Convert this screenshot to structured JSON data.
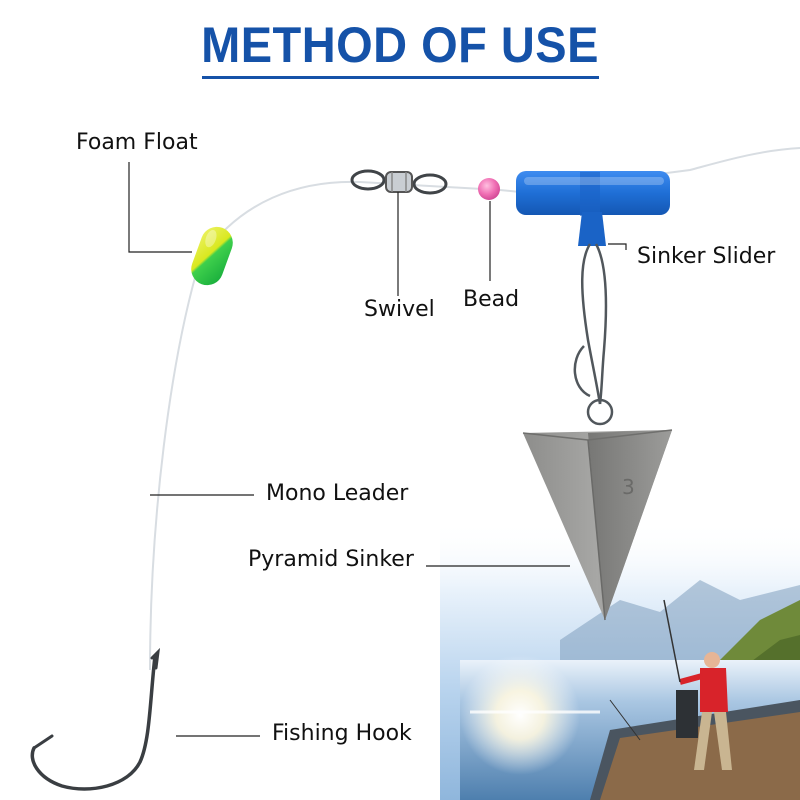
{
  "title": "METHOD OF USE",
  "labels": {
    "foam_float": "Foam Float",
    "swivel": "Swivel",
    "bead": "Bead",
    "sinker_slider": "Sinker Slider",
    "mono_leader": "Mono Leader",
    "pyramid_sinker": "Pyramid Sinker",
    "fishing_hook": "Fishing Hook",
    "sinker_weight_mark": "3"
  },
  "colors": {
    "title": "#1552a8",
    "float_top": "#e6ef2a",
    "float_bottom": "#22c94a",
    "bead": "#f06fb4",
    "slider": "#1f6fd6",
    "sinker": "#9a9a98",
    "line": "#d8dde2"
  }
}
